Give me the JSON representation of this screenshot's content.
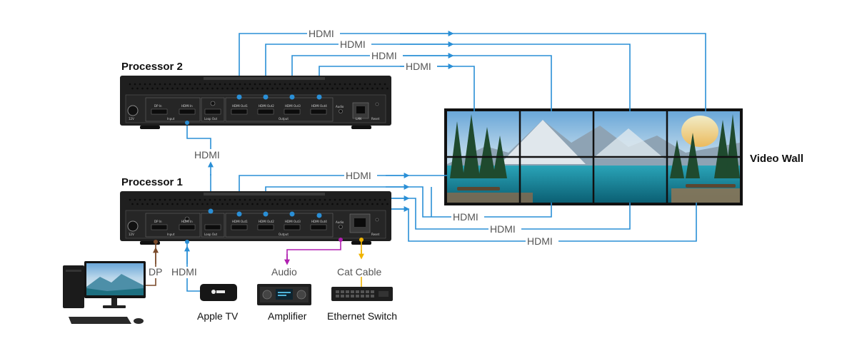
{
  "titles": {
    "processor2": "Processor 2",
    "processor1": "Processor 1",
    "video_wall": "Video Wall"
  },
  "ports": {
    "dp_in": "DP In",
    "hdmi_in": "HDMI In",
    "loop_out": "Loop Out",
    "out1": "HDMI Out1",
    "out2": "HDMI Out2",
    "out3": "HDMI Out3",
    "out4": "HDMI Out4",
    "audio": "Audio",
    "lan": "LAN",
    "reset": "Reset",
    "power": "12V",
    "input_group": "Input",
    "output_group": "Output"
  },
  "labels": {
    "hdmi": "HDMI",
    "dp": "DP",
    "audio": "Audio",
    "cat_cable": "Cat Cable"
  },
  "devices": {
    "apple_tv": "Apple TV",
    "amplifier": "Amplifier",
    "ethernet_switch": "Ethernet Switch"
  },
  "colors": {
    "hdmi": "#2a8fd6",
    "dp": "#7a4a2a",
    "audio": "#b01fb0",
    "cat": "#f0b400",
    "chassis": "#1f1f1f"
  }
}
